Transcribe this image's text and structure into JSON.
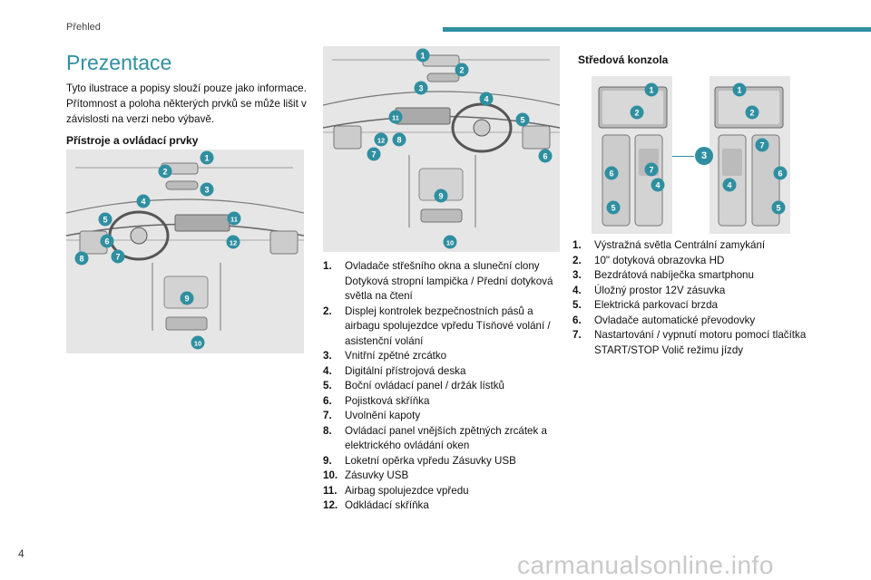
{
  "header": {
    "section": "Přehled"
  },
  "page": {
    "number": "4",
    "watermark": "carmanualsonline.info"
  },
  "main": {
    "title": "Prezentace",
    "intro": "Tyto ilustrace a popisy slouží pouze jako informace. Přítomnost a poloha některých prvků se může lišit v závislosti na verzi nebo výbavě.",
    "subheading": "Přístroje a ovládací prvky"
  },
  "dashboard_items": [
    {
      "num": "1.",
      "text": "Ovladače střešního okna a sluneční clony Dotyková stropní lampička / Přední dotyková světla na čtení"
    },
    {
      "num": "2.",
      "text": "Displej kontrolek bezpečnostních pásů a airbagu spolujezdce vpředu Tísňové volání / asistenční volání"
    },
    {
      "num": "3.",
      "text": "Vnitřní zpětné zrcátko"
    },
    {
      "num": "4.",
      "text": "Digitální přístrojová deska"
    },
    {
      "num": "5.",
      "text": "Boční ovládací panel / držák lístků"
    },
    {
      "num": "6.",
      "text": "Pojistková skříňka"
    },
    {
      "num": "7.",
      "text": "Uvolnění kapoty"
    },
    {
      "num": "8.",
      "text": "Ovládací panel vnějších zpětných zrcátek a elektrického ovládání oken"
    },
    {
      "num": "9.",
      "text": "Loketní opěrka vpředu Zásuvky USB"
    },
    {
      "num": "10.",
      "text": "Zásuvky USB"
    },
    {
      "num": "11.",
      "text": "Airbag spolujezdce vpředu"
    },
    {
      "num": "12.",
      "text": "Odkládací skříňka"
    }
  ],
  "console": {
    "title": "Středová konzola",
    "items": [
      {
        "num": "1.",
        "text": "Výstražná světla Centrální zamykání"
      },
      {
        "num": "2.",
        "text": "10\" dotyková obrazovka HD"
      },
      {
        "num": "3.",
        "text": "Bezdrátová nabíječka smartphonu"
      },
      {
        "num": "4.",
        "text": "Úložný prostor 12V zásuvka"
      },
      {
        "num": "5.",
        "text": "Elektrická parkovací brzda"
      },
      {
        "num": "6.",
        "text": "Ovladače automatické převodovky"
      },
      {
        "num": "7.",
        "text": "Nastartování / vypnutí motoru pomocí tlačítka START/STOP Volič režimu jízdy"
      }
    ],
    "shared_callout": "3"
  },
  "illus1_callouts": [
    "1",
    "2",
    "3",
    "4",
    "5",
    "6",
    "7",
    "8",
    "9",
    "10",
    "11",
    "12"
  ],
  "illus2_callouts": [
    "1",
    "2",
    "3",
    "4",
    "5",
    "6",
    "7",
    "8",
    "9",
    "10",
    "11",
    "12"
  ],
  "illus3_callouts": [
    "1",
    "2",
    "7",
    "6",
    "5",
    "4"
  ],
  "illus4_callouts": [
    "1",
    "2",
    "7",
    "6",
    "5",
    "4"
  ],
  "colors": {
    "accent": "#2f8fa0",
    "illustration_bg": "#e6e6e6"
  }
}
